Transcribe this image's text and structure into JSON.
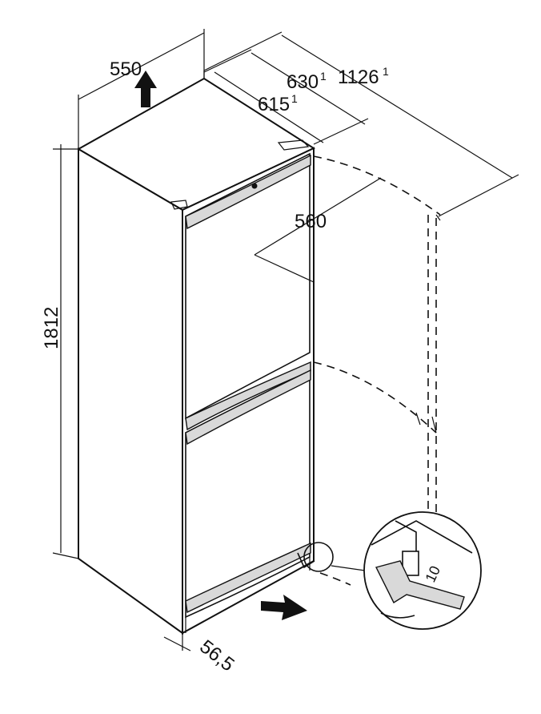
{
  "figure": {
    "dimensions": {
      "width": "550",
      "depth_door_open": "630",
      "depth_door_open_note": "1",
      "depth_total": "1126",
      "depth_total_note": "1",
      "depth": "615",
      "depth_note": "1",
      "inner_depth": "560",
      "height": "1812",
      "foot_offset": "56,5",
      "wrench_size": "10"
    },
    "colors": {
      "line": "#111111",
      "handle": "#d9d9d9",
      "background": "#ffffff"
    }
  }
}
